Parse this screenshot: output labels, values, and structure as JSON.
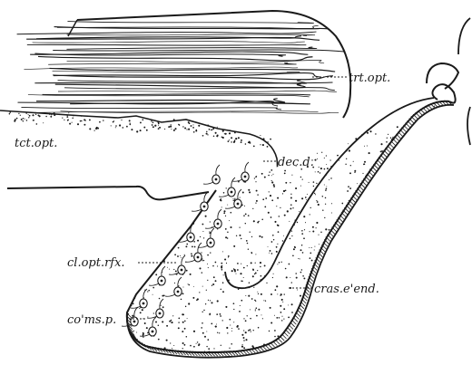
{
  "labels": {
    "trt_opt": "trt.opt.",
    "tct_opt": "tct.opt.",
    "dec_d": "dec.d.",
    "cl_opt_rfx": "cl.opt.rfx.",
    "cras_e_end": "cras.e'end.",
    "co_ms_p": "co'ms.p."
  },
  "colors": {
    "ink": "#1a1a1a",
    "paper": "#ffffff"
  }
}
